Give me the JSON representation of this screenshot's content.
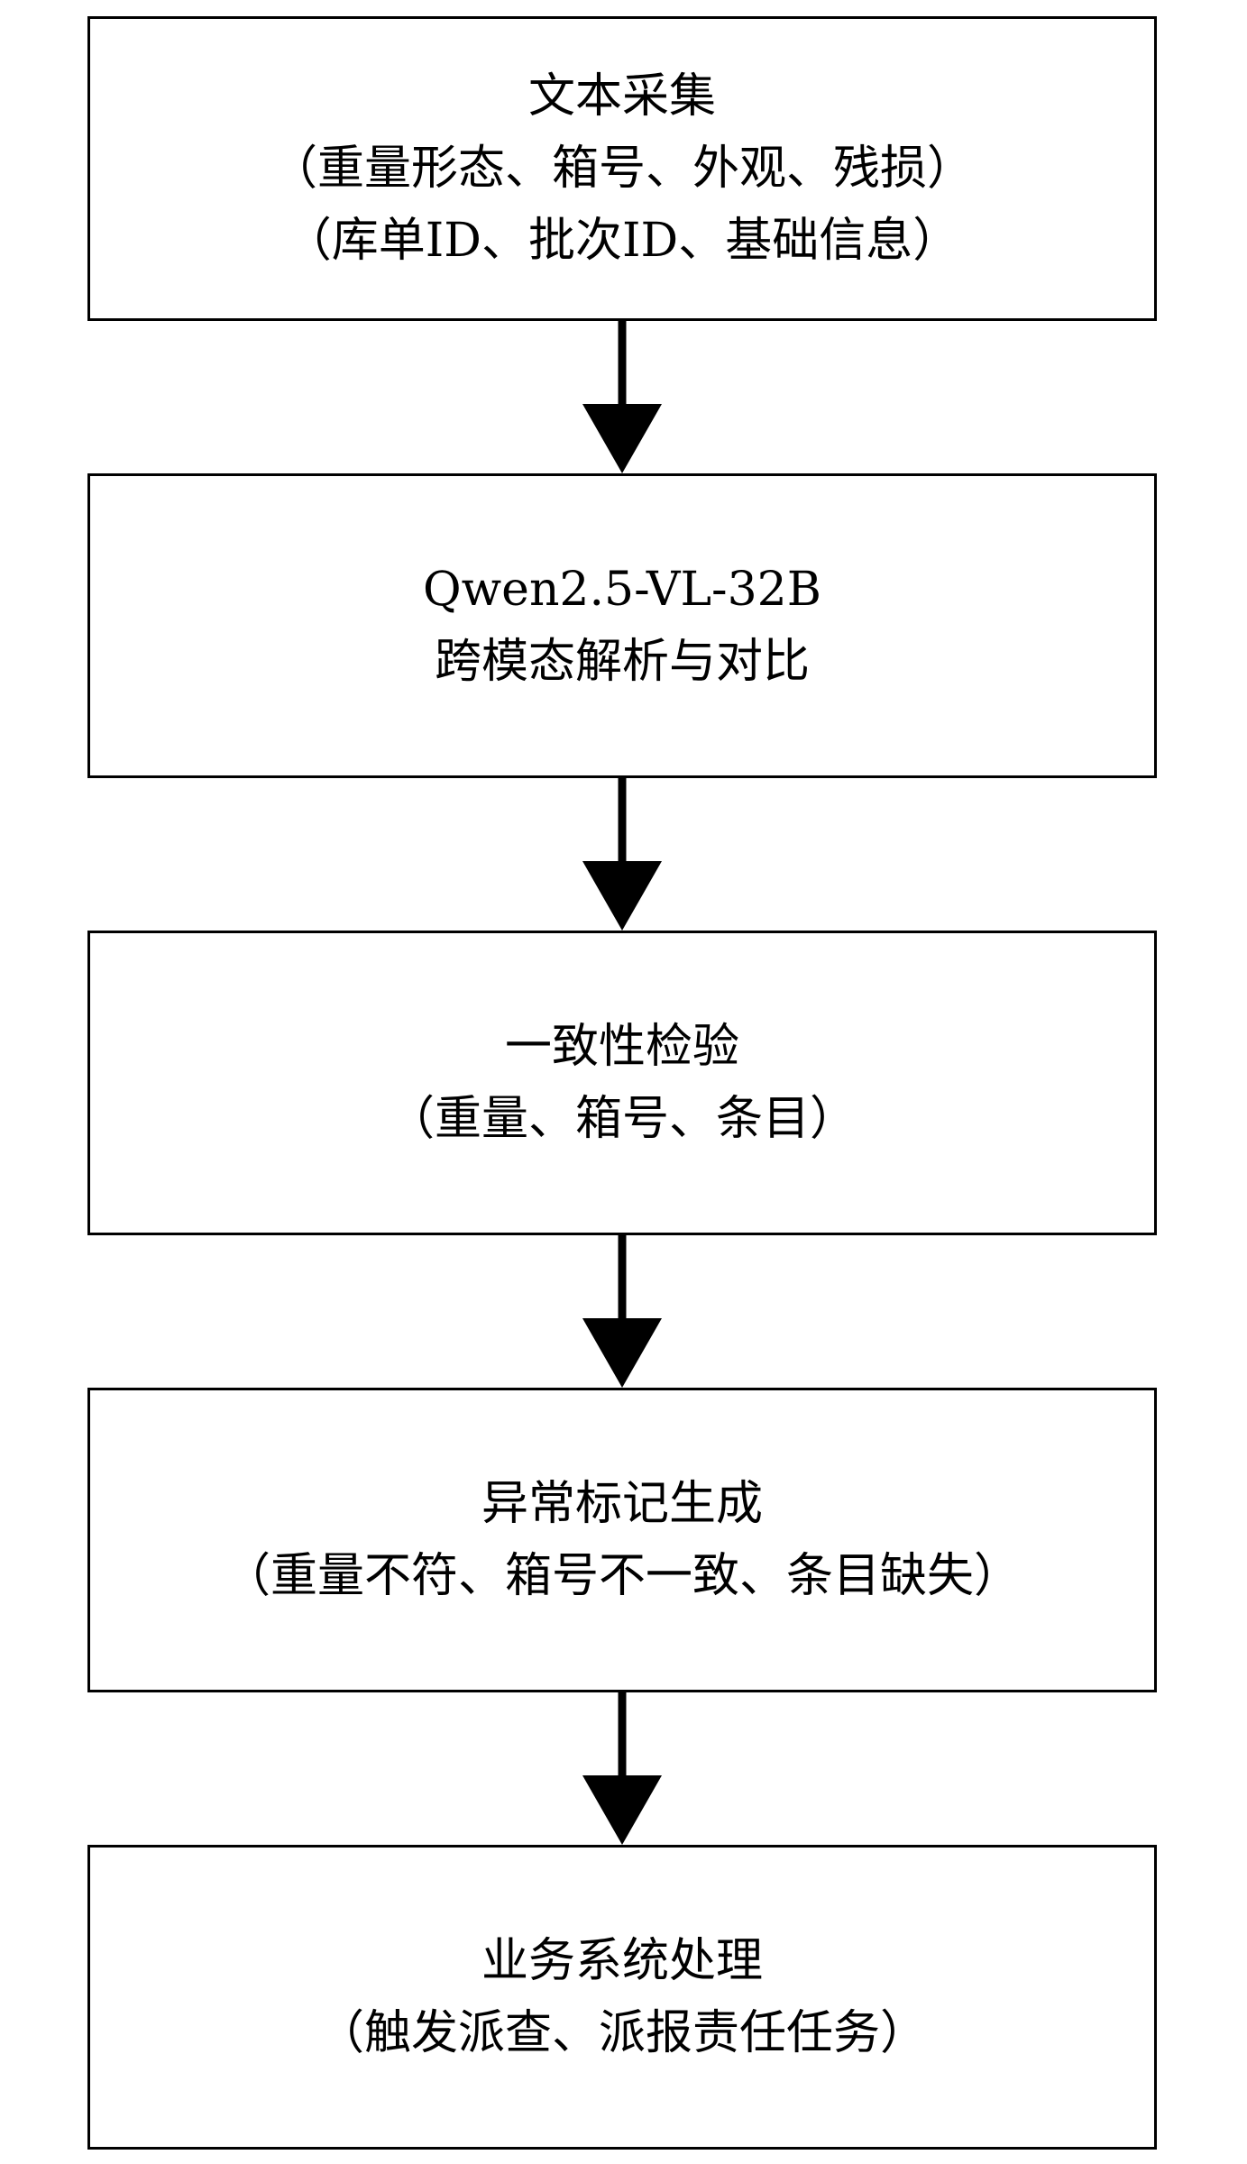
{
  "flowchart": {
    "steps": [
      {
        "title": "文本采集",
        "lines": [
          "（重量形态、箱号、外观、残损）",
          "（库单ID、批次ID、基础信息）"
        ]
      },
      {
        "title": "Qwen2.5-VL-32B",
        "lines": [
          "跨模态解析与对比"
        ]
      },
      {
        "title": "一致性检验",
        "lines": [
          "（重量、箱号、条目）"
        ]
      },
      {
        "title": "异常标记生成",
        "lines": [
          "（重量不符、箱号不一致、条目缺失）"
        ]
      },
      {
        "title": "业务系统处理",
        "lines": [
          "（触发派查、派报责任任务）"
        ]
      }
    ]
  }
}
